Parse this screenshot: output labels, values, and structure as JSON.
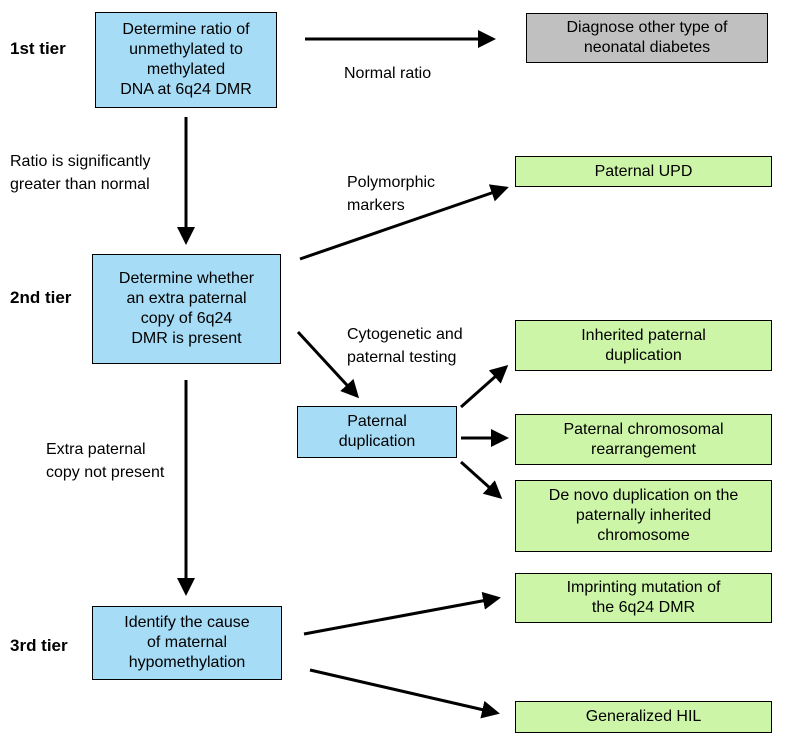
{
  "tiers": {
    "first": "1st tier",
    "second": "2nd tier",
    "third": "3rd tier"
  },
  "boxes": {
    "determine_ratio": [
      "Determine ratio of",
      "unmethylated to",
      "methylated",
      "DNA at 6q24 DMR"
    ],
    "diagnose_other": [
      "Diagnose other type of",
      "neonatal diabetes"
    ],
    "determine_extra_copy": [
      "Determine whether",
      "an extra paternal",
      "copy of 6q24",
      "DMR is present"
    ],
    "paternal_upd": [
      "Paternal UPD"
    ],
    "paternal_duplication": [
      "Paternal",
      "duplication"
    ],
    "inherited_duplication": [
      "Inherited paternal",
      "duplication"
    ],
    "chromosomal_rearrangement": [
      "Paternal chromosomal",
      "rearrangement"
    ],
    "de_novo_duplication": [
      "De novo duplication on the",
      "paternally inherited",
      "chromosome"
    ],
    "identify_cause": [
      "Identify the cause",
      "of maternal",
      "hypomethylation"
    ],
    "imprinting_mutation": [
      "Imprinting mutation of",
      "the 6q24 DMR"
    ],
    "generalized_hil": [
      "Generalized HIL"
    ]
  },
  "edge_labels": {
    "normal_ratio": [
      "Normal ratio"
    ],
    "ratio_greater": [
      "Ratio is significantly",
      "greater than normal"
    ],
    "polymorphic_markers": [
      "Polymorphic",
      "markers"
    ],
    "cytogenetic_testing": [
      "Cytogenetic and",
      "paternal testing"
    ],
    "extra_copy_not_present": [
      "Extra paternal",
      "copy not present"
    ]
  },
  "colors": {
    "step_box": "#a6dcf5",
    "outcome_box": "#ccf5a8",
    "other_box": "#c0c0c0",
    "border": "#000000",
    "arrow": "#000000"
  }
}
